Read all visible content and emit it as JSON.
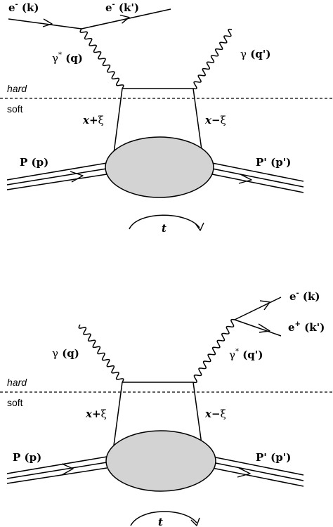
{
  "top": {
    "e_in": {
      "main": "e",
      "sup": "-",
      "arg": " (k)"
    },
    "e_out": {
      "main": "e",
      "sup": "-",
      "arg": " (k')"
    },
    "virtual_photon": {
      "main": "γ",
      "sup": "*",
      "arg": " (q)"
    },
    "real_photon": {
      "main": "γ",
      "arg": " (q')"
    },
    "hard": "hard",
    "soft": "soft",
    "x_left": {
      "x": "x",
      "op": "+",
      "xi": "ξ"
    },
    "x_right": {
      "x": "x",
      "op": "−",
      "xi": "ξ"
    },
    "p_in": "P (p)",
    "p_out": "P' (p')",
    "t": "t"
  },
  "bottom": {
    "real_photon": {
      "main": "γ",
      "arg": " (q)"
    },
    "virtual_photon": {
      "main": "γ",
      "sup": "*",
      "arg": " (q')"
    },
    "e_minus": {
      "main": "e",
      "sup": "-",
      "arg": " (k)"
    },
    "e_plus": {
      "main": "e",
      "sup": "+",
      "arg": " (k')"
    },
    "hard": "hard",
    "soft": "soft",
    "x_left": {
      "x": "x",
      "op": "+",
      "xi": "ξ"
    },
    "x_right": {
      "x": "x",
      "op": "−",
      "xi": "ξ"
    },
    "p_in": "P (p)",
    "p_out": "P' (p')",
    "t": "t"
  }
}
